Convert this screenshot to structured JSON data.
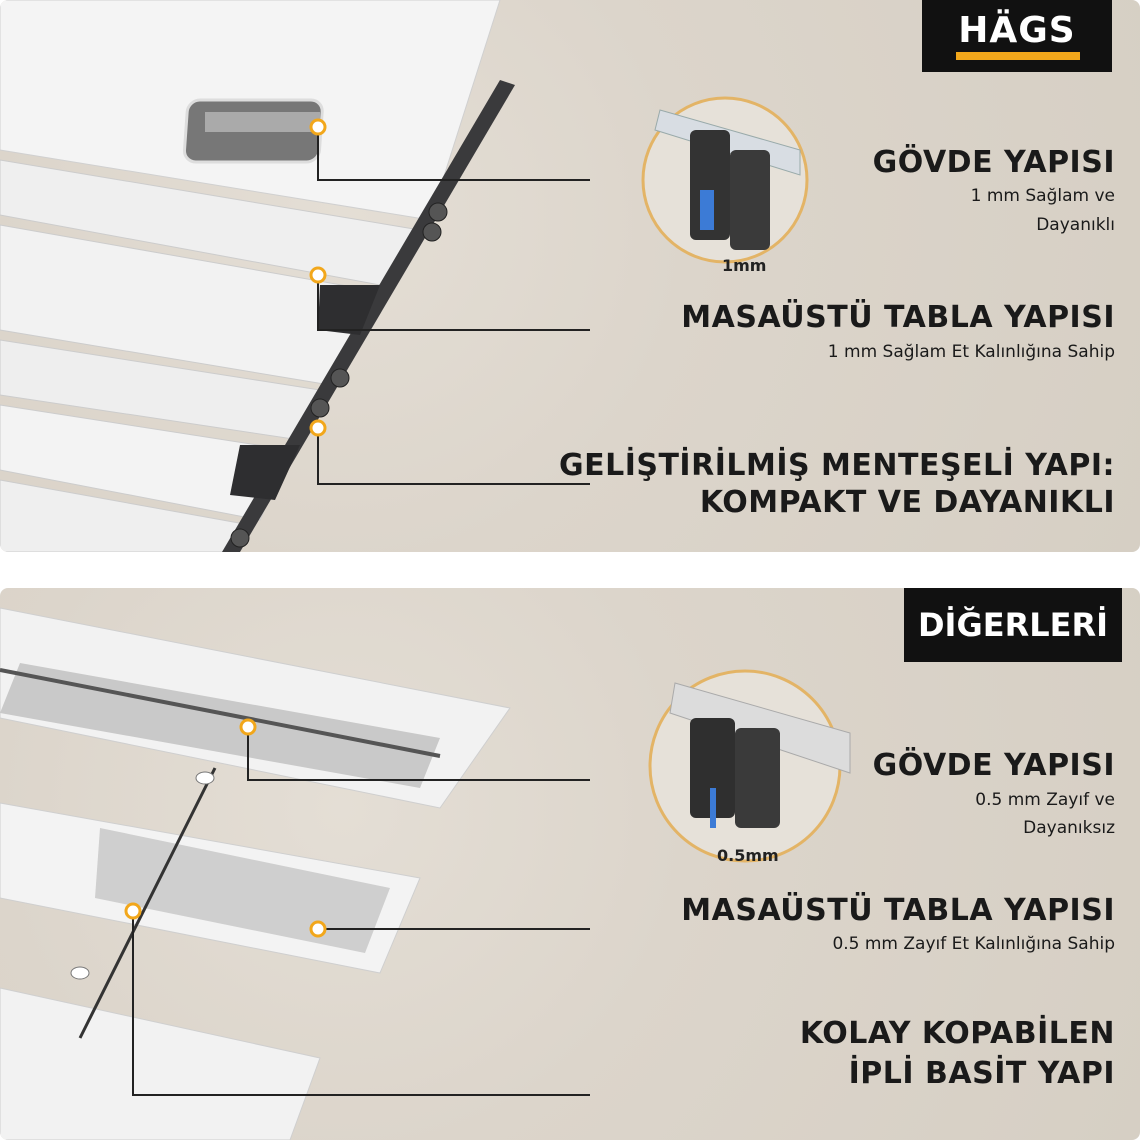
{
  "brand": {
    "logo_text": "HÄGS",
    "accent": "#f2a71b"
  },
  "top_section": {
    "features": [
      {
        "title": "GÖVDE YAPISI",
        "lines": [
          "1 mm Sağlam ve",
          "Dayanıklı"
        ]
      },
      {
        "title": "MASAÜSTÜ TABLA YAPISI",
        "lines": [
          "1 mm Sağlam Et Kalınlığına Sahip"
        ]
      },
      {
        "title_lines": [
          "GELİŞTİRİLMİŞ MENTEŞELİ YAPI:",
          "KOMPAKT VE DAYANIKLI"
        ]
      }
    ],
    "detail_label": "1mm"
  },
  "bottom_section": {
    "badge": "DİĞERLERİ",
    "features": [
      {
        "title": "GÖVDE YAPISI",
        "lines": [
          "0.5 mm Zayıf ve",
          "Dayanıksız"
        ]
      },
      {
        "title": "MASAÜSTÜ TABLA YAPISI",
        "lines": [
          "0.5 mm Zayıf Et Kalınlığına Sahip"
        ]
      },
      {
        "title_lines": [
          "KOLAY KOPABİLEN",
          "İPLİ BASİT YAPI"
        ]
      }
    ],
    "detail_label": "0.5mm"
  }
}
